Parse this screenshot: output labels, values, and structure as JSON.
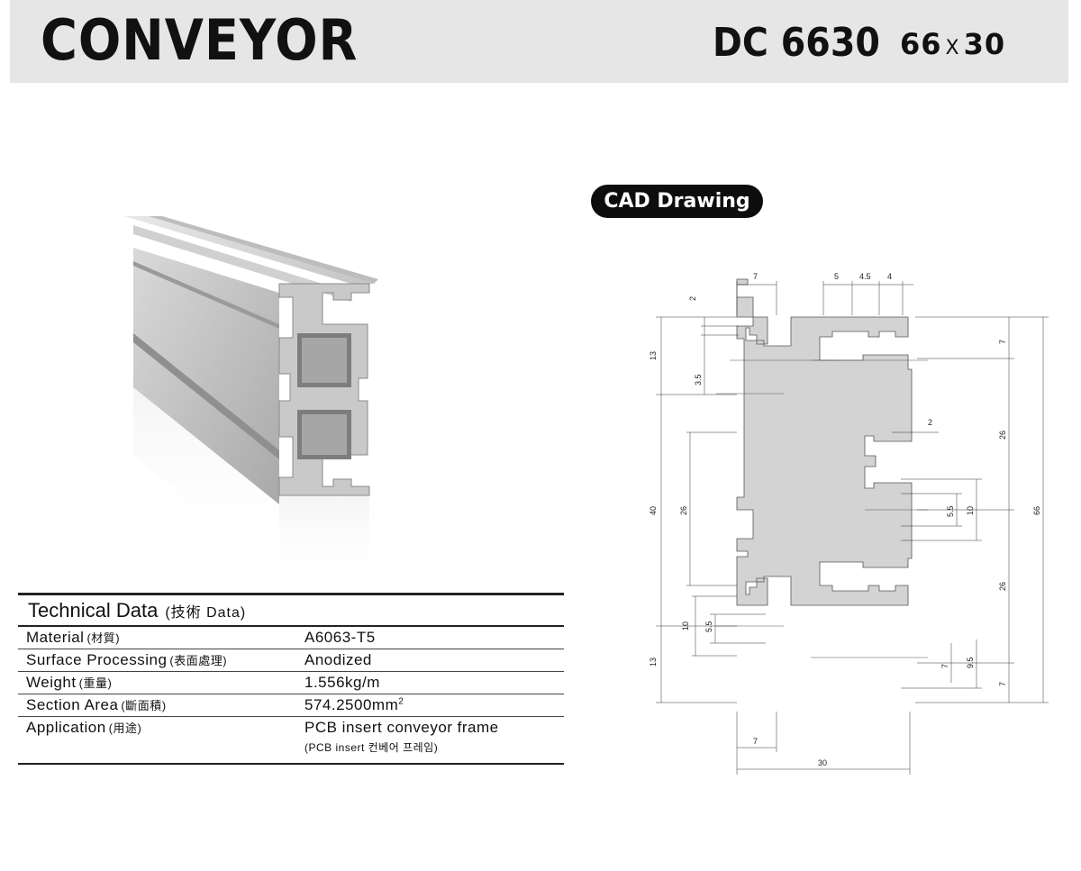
{
  "header": {
    "title": "CONVEYOR",
    "model": "DC 6630",
    "dim_w": "66",
    "dim_sep": "X",
    "dim_h": "30"
  },
  "cad": {
    "label": "CAD Drawing",
    "dims": {
      "top_7": "7",
      "top_5": "5",
      "top_4_5": "4.5",
      "top_4": "4",
      "left_2": "2",
      "left_13a": "13",
      "left_3_5": "3.5",
      "left_40": "40",
      "left_26": "26",
      "left_10": "10",
      "left_5_5": "5.5",
      "left_13b": "13",
      "right_7a": "7",
      "right_26a": "26",
      "right_2": "2",
      "right_5_5": "5.5",
      "right_10": "10",
      "right_66": "66",
      "right_26b": "26",
      "right_7b": "7",
      "right_9_5": "9.5",
      "right_7c": "7",
      "bottom_7": "7",
      "bottom_30": "30"
    }
  },
  "tech": {
    "title": "Technical Data",
    "title_sub": "(技術 Data)",
    "rows": [
      {
        "key": "Material",
        "cjk": "(材質)",
        "value": "A6063-T5"
      },
      {
        "key": "Surface Processing",
        "cjk": "(表面處理)",
        "value": "Anodized"
      },
      {
        "key": "Weight",
        "cjk": "(重量)",
        "value": "1.556kg/m"
      },
      {
        "key": "Section Area",
        "cjk": "(斷面積)",
        "value": "574.2500mm",
        "sup": "2"
      },
      {
        "key": "Application",
        "cjk": "(用途)",
        "value": "PCB insert conveyor frame",
        "note": "(PCB insert 컨베어 프레임)"
      }
    ]
  }
}
